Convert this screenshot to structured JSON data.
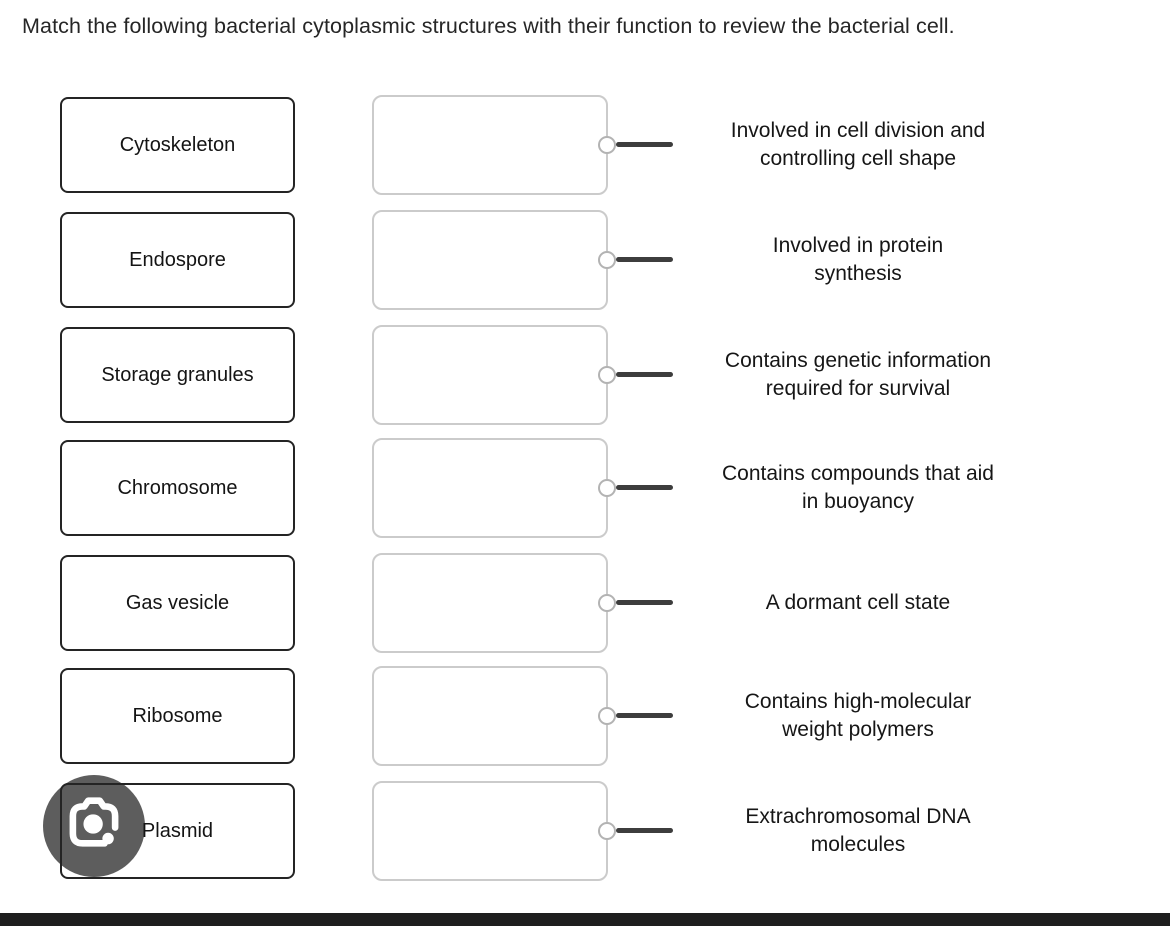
{
  "header": {
    "instruction": "Match the following bacterial cytoplasmic structures with their function to review the bacterial cell."
  },
  "rows": [
    {
      "term": "Cytoskeleton",
      "function_lines": [
        "Involved in cell division and",
        "controlling cell shape"
      ]
    },
    {
      "term": "Endospore",
      "function_lines": [
        "Involved in protein",
        "synthesis"
      ]
    },
    {
      "term": "Storage granules",
      "function_lines": [
        "Contains genetic information",
        "required for survival"
      ]
    },
    {
      "term": "Chromosome",
      "function_lines": [
        "Contains compounds that aid",
        "in buoyancy"
      ]
    },
    {
      "term": "Gas vesicle",
      "function_lines": [
        "A dormant cell state"
      ]
    },
    {
      "term": "Ribosome",
      "function_lines": [
        "Contains high-molecular",
        "weight polymers"
      ]
    },
    {
      "term": "Plasmid",
      "function_lines": [
        "Extrachromosomal DNA",
        "molecules"
      ]
    }
  ],
  "icons": {
    "camera_button": "camera-capture-icon"
  },
  "colors": {
    "term_border": "#242424",
    "slot_border": "#cbcbcb",
    "connector_line": "#3d3d3d",
    "connector_circle_border": "#b3b3b3",
    "camera_circle": "#5d5d5d",
    "bottom_bar": "#1e1e1e",
    "text": "#161616"
  }
}
